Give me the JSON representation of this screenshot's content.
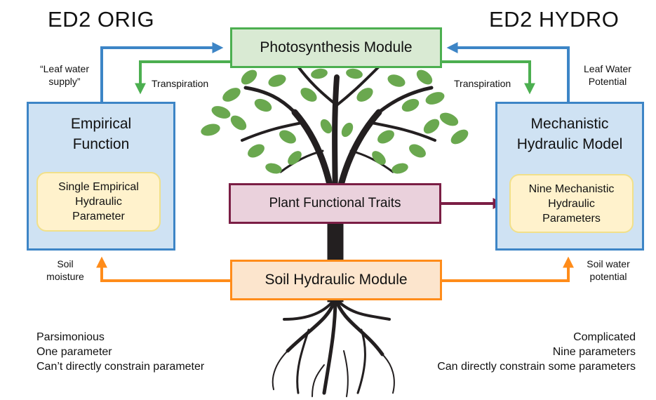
{
  "titles": {
    "left": "ED2 ORIG",
    "right": "ED2 HYDRO"
  },
  "modules": {
    "photosynthesis": "Photosynthesis Module",
    "plant_traits": "Plant Functional Traits",
    "soil": "Soil Hydraulic Module"
  },
  "left_model": {
    "heading_line1": "Empirical",
    "heading_line2": "Function",
    "inner_line1": "Single Empirical",
    "inner_line2": "Hydraulic",
    "inner_line3": "Parameter"
  },
  "right_model": {
    "heading_line1": "Mechanistic",
    "heading_line2": "Hydraulic Model",
    "inner_line1": "Nine Mechanistic",
    "inner_line2": "Hydraulic",
    "inner_line3": "Parameters"
  },
  "labels": {
    "leaf_water_supply_1": "“Leaf water",
    "leaf_water_supply_2": "supply”",
    "leaf_water_potential_1": "Leaf Water",
    "leaf_water_potential_2": "Potential",
    "transpiration_left": "Transpiration",
    "transpiration_right": "Transpiration",
    "soil_moisture_1": "Soil",
    "soil_moisture_2": "moisture",
    "soil_water_potential_1": "Soil water",
    "soil_water_potential_2": "potential"
  },
  "left_notes": [
    "Parsimonious",
    "One parameter",
    "Can’t directly constrain parameter"
  ],
  "right_notes": [
    "Complicated",
    "Nine parameters",
    "Can directly constrain some parameters"
  ],
  "colors": {
    "blue_arrow": "#3d85c6",
    "green_arrow": "#4caf50",
    "orange_arrow": "#ff8c1a",
    "maroon_arrow": "#7b1e45",
    "tree_trunk": "#231f20",
    "leaf": "#6aa84f"
  }
}
